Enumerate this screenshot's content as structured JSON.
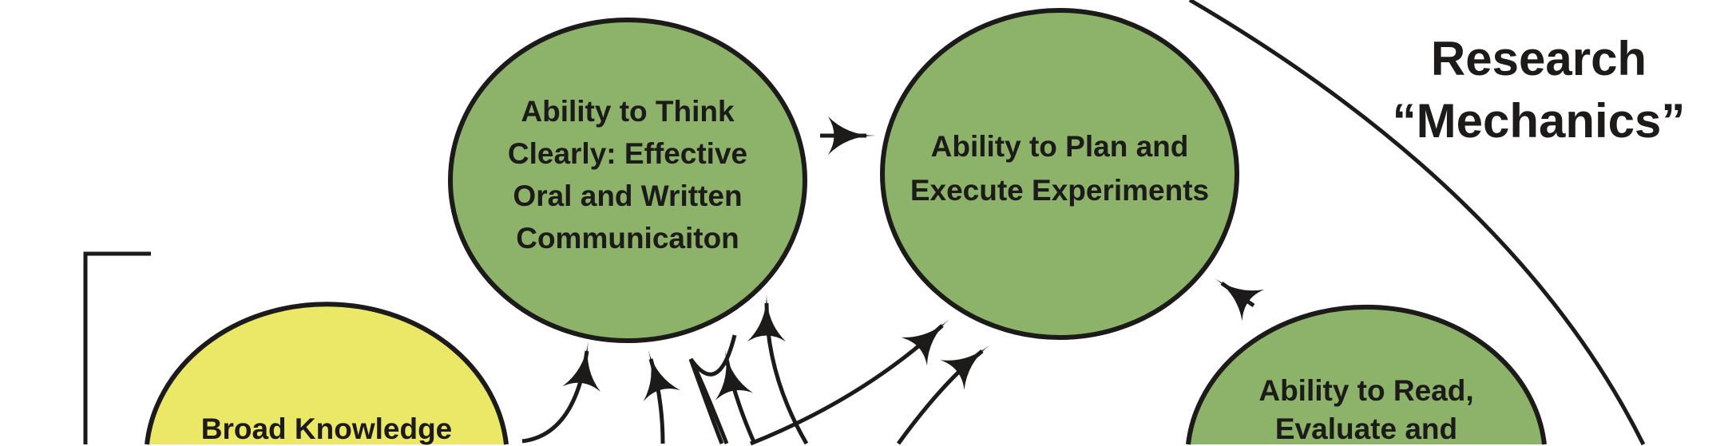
{
  "title": {
    "line1": "Research",
    "line2": "“Mechanics”"
  },
  "nodes": {
    "think": {
      "lines": [
        "Ability to Think",
        "Clearly:  Effective",
        "Oral and Written",
        "Communicaiton"
      ],
      "color": "#8cb369"
    },
    "plan": {
      "lines": [
        "Ability to Plan and",
        "Execute Experiments"
      ],
      "color": "#8cb369"
    },
    "knowledge": {
      "lines": [
        "Broad Knowledge"
      ],
      "color": "#eae866"
    },
    "read": {
      "lines": [
        "Ability to Read,",
        "Evaluate and"
      ],
      "color": "#8cb369"
    }
  },
  "colors": {
    "stroke": "#1d1a1a"
  }
}
